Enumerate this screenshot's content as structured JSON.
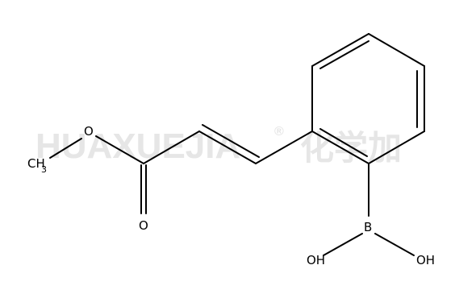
{
  "watermark": {
    "latin": "HUAXUEJIA",
    "registered": "®",
    "chinese": "化学加"
  },
  "atoms": {
    "methyl_c": "CH",
    "methyl_sub": "3",
    "ether_o": "O",
    "carbonyl_o": "O",
    "boron": "B",
    "hydroxyl_left": "OH",
    "hydroxyl_right": "OH"
  }
}
